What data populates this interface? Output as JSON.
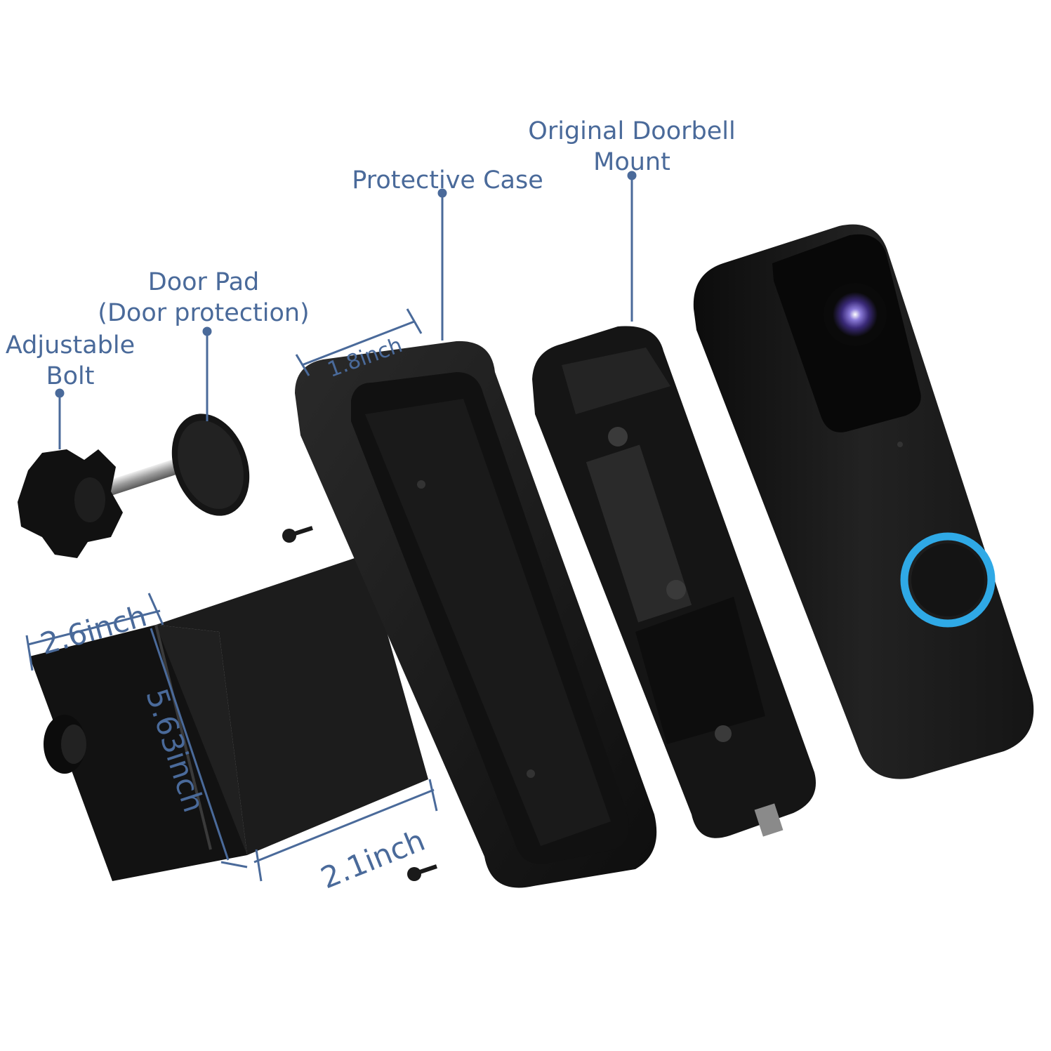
{
  "labels": {
    "adjustable_bolt": [
      "Adjustable",
      "Bolt"
    ],
    "door_pad": [
      "Door Pad",
      "(Door protection)"
    ],
    "protective_case": "Protective Case",
    "original_mount": [
      "Original Doorbell",
      "Mount"
    ]
  },
  "dimensions": {
    "case_width": "1.8inch",
    "bracket_width": "2.6inch",
    "bracket_height": "5.63inch",
    "bracket_depth": "2.1inch"
  },
  "colors": {
    "label": "#4a6a9a",
    "product": "#161616",
    "ring": "#2fa9e6",
    "lens": "#5a4aa8"
  }
}
